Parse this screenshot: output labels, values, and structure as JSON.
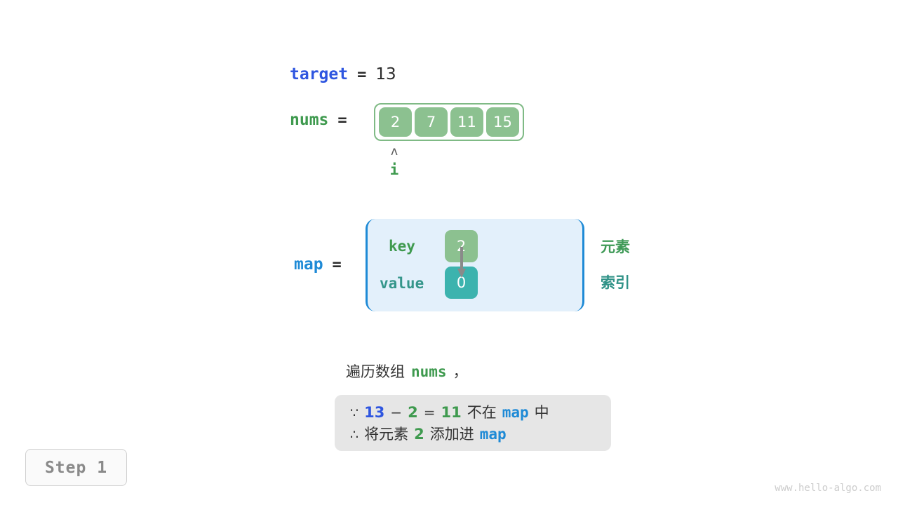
{
  "variables": {
    "target": {
      "name": "target",
      "equals": "=",
      "value": "13"
    },
    "nums": {
      "name": "nums",
      "equals": "=",
      "cells": [
        "2",
        "7",
        "11",
        "15"
      ]
    },
    "map": {
      "name": "map",
      "equals": "=",
      "key_label": "key",
      "value_label": "value",
      "key_entry": "2",
      "value_entry": "0"
    }
  },
  "pointer": {
    "caret": "ʌ",
    "label": "i"
  },
  "legend": {
    "element": "元素",
    "index": "索引"
  },
  "description": {
    "prefix": "遍历数组",
    "code": "nums",
    "suffix": "，"
  },
  "reason": {
    "line1": {
      "symbol": "∵",
      "target_value": "13",
      "minus": "−",
      "current": "2",
      "equals": "=",
      "complement": "11",
      "not_in": "不在",
      "map": "map",
      "tail": "中"
    },
    "line2": {
      "symbol": "∴",
      "action": "将元素",
      "element": "2",
      "verb": "添加进",
      "map": "map"
    }
  },
  "step": {
    "label": "Step 1"
  },
  "watermark": {
    "text": "www.hello-algo.com"
  },
  "colors": {
    "accent_blue": "#2f56e0",
    "map_blue": "#1e8ad6",
    "green": "#3f9a4f",
    "cell_green": "#8cc190",
    "teal": "#3cb3ae",
    "panel_blue": "#e3f0fb",
    "gray_box": "#e6e6e6"
  }
}
